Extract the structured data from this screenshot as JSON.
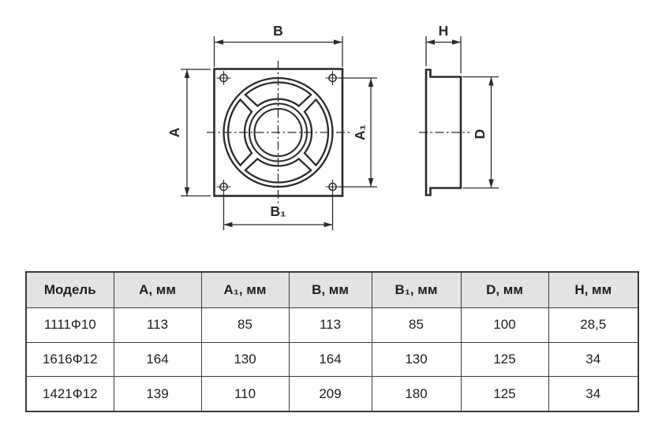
{
  "page": {
    "background": "#ffffff"
  },
  "drawing": {
    "line_color": "#2b2b2b",
    "front_view": {
      "dim_top": "B",
      "dim_bottom": "B₁",
      "dim_left": "A",
      "dim_right": "A₁"
    },
    "side_view": {
      "dim_top": "H",
      "dim_right": "D"
    }
  },
  "table": {
    "border_color": "#3b3b3b",
    "header_bg": "#e3e3e3",
    "headers": [
      "Модель",
      "А, мм",
      "А₁, мм",
      "В, мм",
      "В₁, мм",
      "D, мм",
      "Н, мм"
    ],
    "rows": [
      [
        "1111Ф10",
        "113",
        "85",
        "113",
        "85",
        "100",
        "28,5"
      ],
      [
        "1616Ф12",
        "164",
        "130",
        "164",
        "130",
        "125",
        "34"
      ],
      [
        "1421Ф12",
        "139",
        "110",
        "209",
        "180",
        "125",
        "34"
      ]
    ]
  }
}
